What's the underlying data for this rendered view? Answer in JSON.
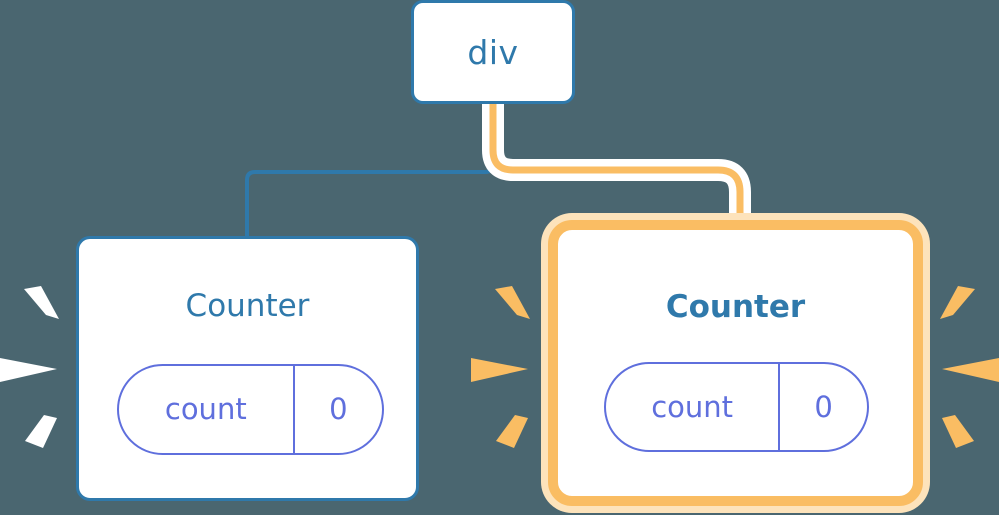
{
  "diagram": {
    "type": "component-tree",
    "background_color": "#4a6670",
    "title_hidden": true
  },
  "nodes": {
    "root": {
      "label": "div",
      "border_color": "#2f79ab",
      "text_color": "#2f79ab",
      "highlighted": false
    },
    "left_counter": {
      "label": "Counter",
      "border_color": "#2f79ab",
      "text_color": "#2f79ab",
      "highlighted": false,
      "state": {
        "key": "count",
        "value": "0",
        "color": "#5f6fdd"
      }
    },
    "right_counter": {
      "label": "Counter",
      "border_color": "#fabd63",
      "glow_color": "#fde3bb",
      "text_color": "#2f79ab",
      "highlighted": true,
      "state": {
        "key": "count",
        "value": "0",
        "color": "#5f6fdd"
      }
    }
  },
  "edges": [
    {
      "name": "div-to-left-counter",
      "from": "root",
      "to": "left_counter",
      "color": "#2f79ab",
      "highlighted": false
    },
    {
      "name": "div-to-right-counter",
      "from": "root",
      "to": "right_counter",
      "color": "#fabd63",
      "halo_color": "#ffffff",
      "highlighted": true
    }
  ],
  "bursts": [
    {
      "name": "left-counter-burst",
      "side": "left",
      "target": "left_counter",
      "color": "#ffffff",
      "ray_count": 3
    },
    {
      "name": "right-counter-burst-left",
      "side": "left",
      "target": "right_counter",
      "color": "#fabd63",
      "ray_count": 3
    },
    {
      "name": "right-counter-burst-right",
      "side": "right",
      "target": "right_counter",
      "color": "#fabd63",
      "ray_count": 3
    }
  ]
}
